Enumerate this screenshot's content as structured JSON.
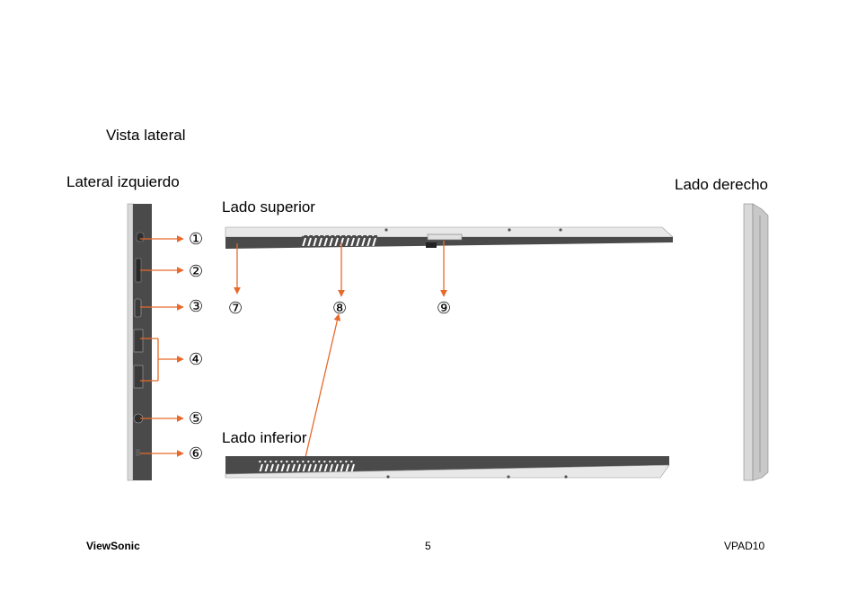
{
  "section_title": "Vista lateral",
  "views": {
    "left": "Lateral izquierdo",
    "top": "Lado superior",
    "bottom": "Lado inferior",
    "right": "Lado derecho"
  },
  "callouts": [
    "①",
    "②",
    "③",
    "④",
    "⑤",
    "⑥",
    "⑦",
    "⑧",
    "⑨"
  ],
  "colors": {
    "arrow": "#e8692a",
    "body_dark": "#4a4a4a",
    "body_light": "#d9d9d9"
  },
  "footer": {
    "brand": "ViewSonic",
    "page": "5",
    "model": "VPAD10"
  }
}
